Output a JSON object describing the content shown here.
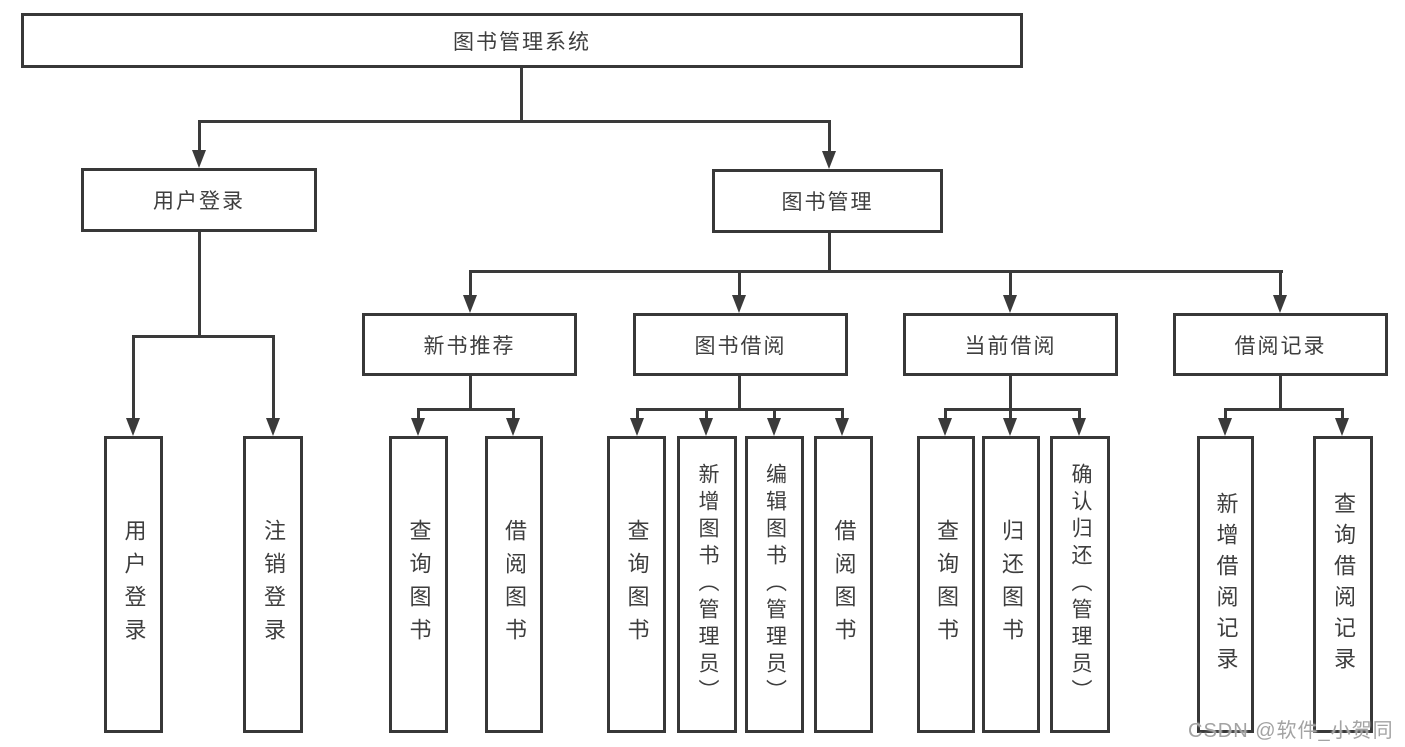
{
  "diagram": {
    "title": "图书管理系统",
    "level2": [
      {
        "label": "用户登录",
        "children": [
          "用户登录",
          "注销登录"
        ]
      },
      {
        "label": "图书管理"
      }
    ],
    "level3": [
      {
        "label": "新书推荐",
        "children": [
          "查询图书",
          "借阅图书"
        ]
      },
      {
        "label": "图书借阅",
        "children": [
          "查询图书",
          "新增图书（管理员）",
          "编辑图书（管理员）",
          "借阅图书"
        ]
      },
      {
        "label": "当前借阅",
        "children": [
          "查询图书",
          "归还图书",
          "确认归还（管理员）"
        ]
      },
      {
        "label": "借阅记录",
        "children": [
          "新增借阅记录",
          "查询借阅记录"
        ]
      }
    ]
  },
  "colors": {
    "line": "#3a3a3a",
    "text": "#3e3e3e",
    "watermark": "#a3a3a3",
    "background": "#ffffff"
  },
  "watermark": "CSDN @软件_小贺同学"
}
